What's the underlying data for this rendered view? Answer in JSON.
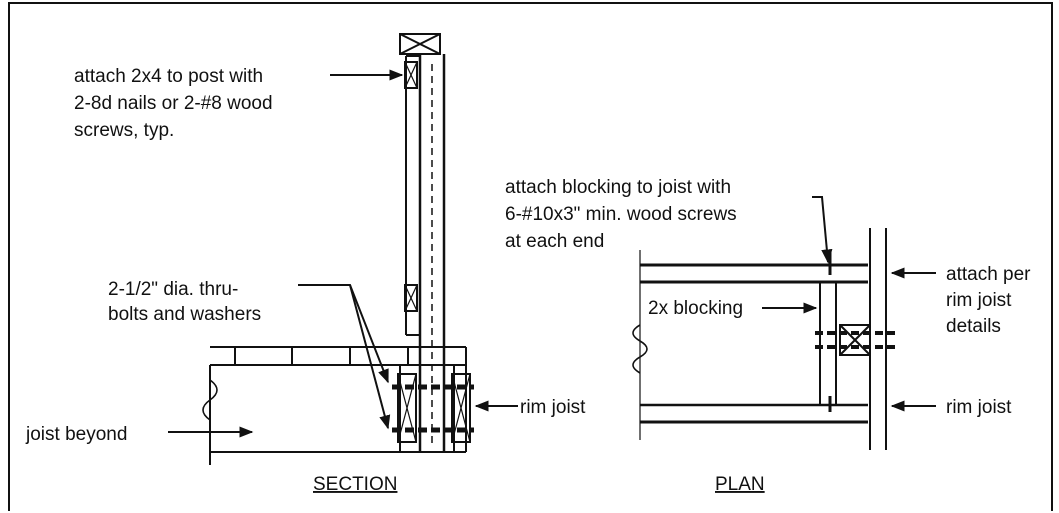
{
  "labels": {
    "attach_2x4": [
      "attach 2x4 to post with",
      "2-8d nails or 2-#8 wood",
      "screws, typ."
    ],
    "thru_bolts": [
      "2-1/2\" dia. thru-",
      "bolts and washers"
    ],
    "joist_beyond": "joist beyond",
    "rim_joist_section": "rim joist",
    "attach_blocking": [
      "attach blocking to joist with",
      "6-#10x3\" min. wood screws",
      "at each end"
    ],
    "blocking_2x": "2x blocking",
    "attach_per": [
      "attach per",
      "rim joist",
      "details"
    ],
    "rim_joist_plan": "rim joist"
  },
  "titles": {
    "section": "SECTION",
    "plan": "PLAN"
  },
  "colors": {
    "line": "#111111",
    "background": "#ffffff"
  }
}
